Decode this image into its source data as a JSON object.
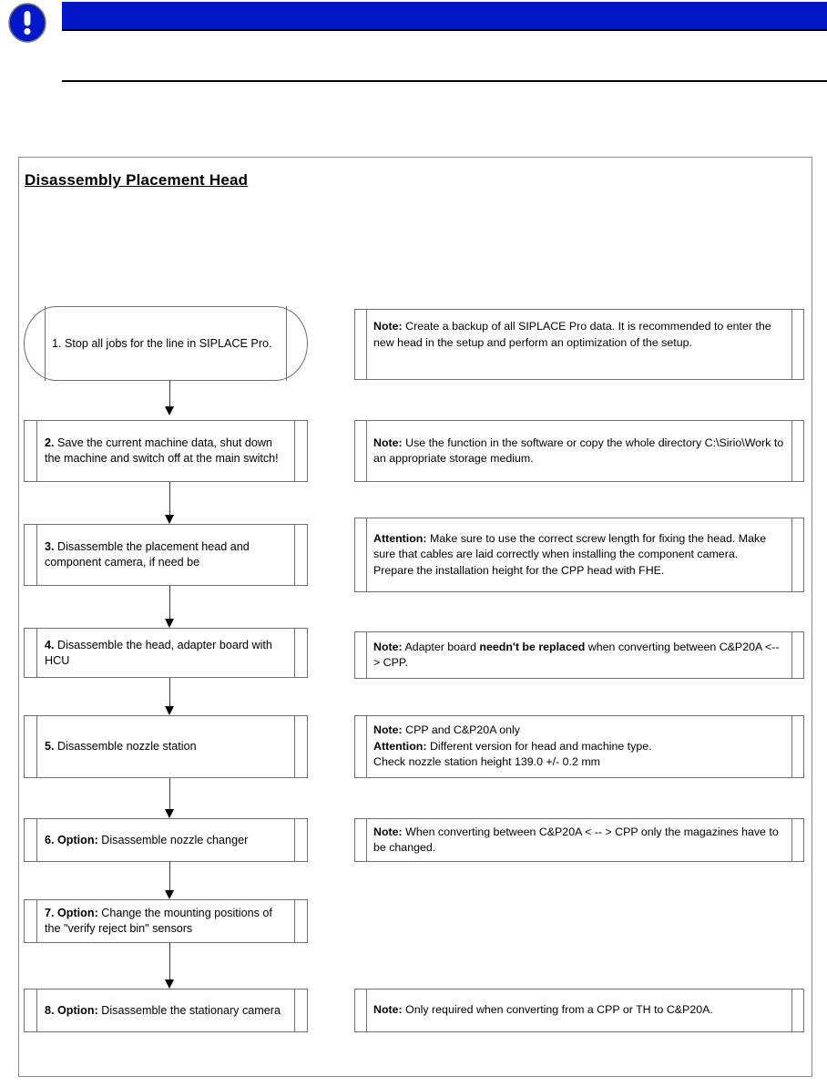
{
  "header": {
    "icon_name": "information-exclamation-icon",
    "banner_color": "#0018c8",
    "banner_text": ""
  },
  "document": {
    "title": "Disassembly Placement Head"
  },
  "flowchart": {
    "steps": [
      {
        "id": 1,
        "number": "1.",
        "number_bold": false,
        "text": "Stop all jobs for the line in SIPLACE Pro.",
        "shape": "terminator"
      },
      {
        "id": 2,
        "number": "2.",
        "number_bold": true,
        "text": "Save the current machine data, shut down the machine and switch off at the main switch!",
        "shape": "process"
      },
      {
        "id": 3,
        "number": "3.",
        "number_bold": true,
        "text": "Disassemble the placement head and component camera, if need be",
        "shape": "process"
      },
      {
        "id": 4,
        "number": "4.",
        "number_bold": true,
        "text": "Disassemble the head, adapter board with HCU",
        "shape": "process"
      },
      {
        "id": 5,
        "number": "5.",
        "number_bold": true,
        "text": "Disassemble nozzle station",
        "shape": "process"
      },
      {
        "id": 6,
        "number": "6. Option:",
        "number_bold": true,
        "text": "Disassemble nozzle changer",
        "shape": "process"
      },
      {
        "id": 7,
        "number": "7. Option:",
        "number_bold": true,
        "text": "Change the mounting positions of the \"verify reject bin\" sensors",
        "shape": "process"
      },
      {
        "id": 8,
        "number": "8. Option:",
        "number_bold": true,
        "text": "Disassemble the stationary camera",
        "shape": "process"
      }
    ],
    "notes": [
      {
        "for_step": 1,
        "label": "Note:",
        "text": "Create a backup of all SIPLACE Pro data. It is recommended to enter the new head in the setup and perform an optimization of the setup."
      },
      {
        "for_step": 2,
        "label": "Note:",
        "text": "Use the function in the software or copy the whole directory C:\\Sirio\\Work to an appropriate storage medium."
      },
      {
        "for_step": 3,
        "label": "Attention:",
        "text": "Make sure to use the correct screw length for fixing the head. Make sure that cables are laid correctly when installing the component camera.",
        "text_line2": "Prepare the installation height for the CPP head with FHE."
      },
      {
        "for_step": 4,
        "label": "Note:",
        "text_pre": "Adapter board",
        "text_bold": "needn't be replaced",
        "text_post": "when converting between C&P20A <--> CPP."
      },
      {
        "for_step": 5,
        "label": "Note:",
        "text": "CPP and C&P20A only",
        "label2": "Attention:",
        "text2": "Different version for head and machine type.",
        "text_line3": "Check nozzle station height 139.0 +/- 0.2 mm"
      },
      {
        "for_step": 6,
        "label": "Note:",
        "text": "When converting between C&P20A < -- > CPP only the magazines have to be changed."
      },
      {
        "for_step": 8,
        "label": "Note:",
        "text": "Only required when converting from a CPP or TH to C&P20A."
      }
    ]
  }
}
